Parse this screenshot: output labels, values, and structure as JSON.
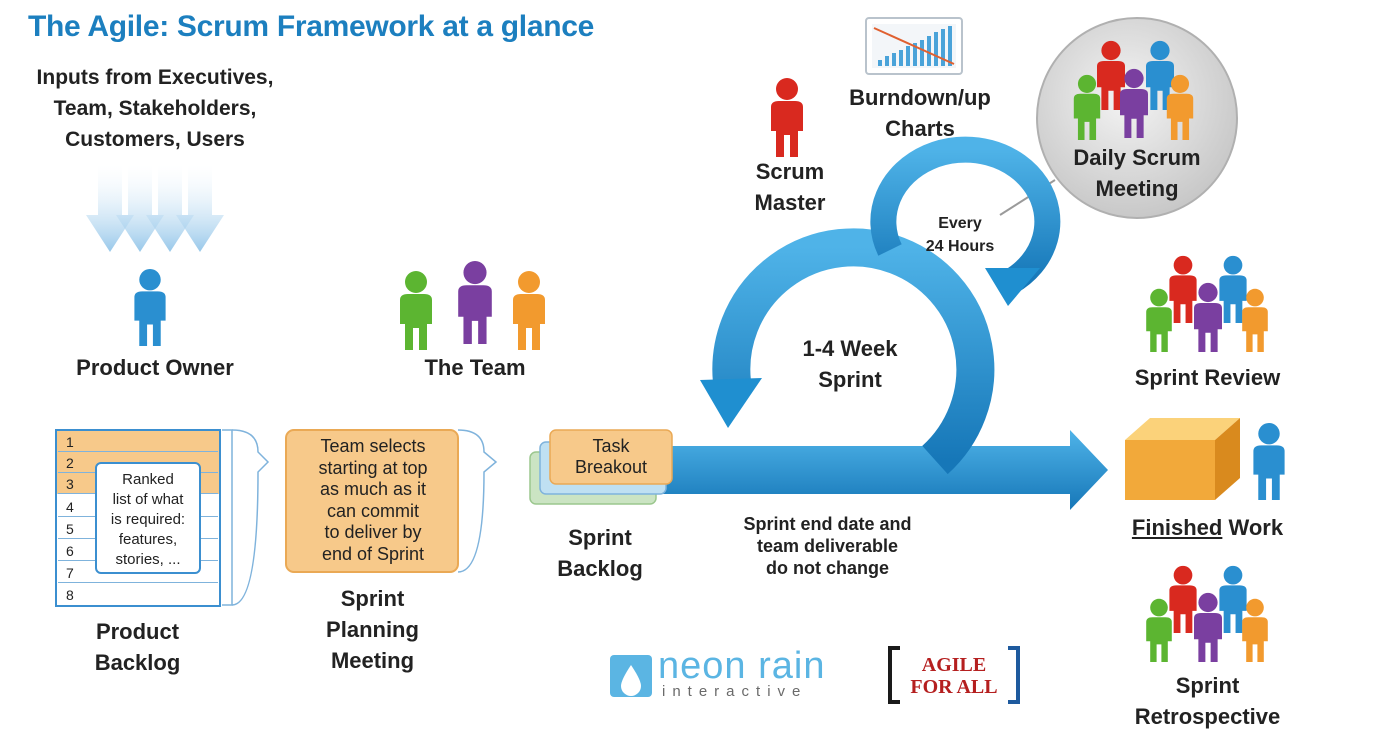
{
  "title": "The Agile: Scrum Framework at a glance",
  "inputs": [
    "Inputs from Executives,",
    "Team, Stakeholders,",
    "Customers, Users"
  ],
  "roles": {
    "product_owner": "Product Owner",
    "the_team": "The Team",
    "scrum_master": [
      "Scrum",
      "Master"
    ],
    "burndown": [
      "Burndown/up",
      "Charts"
    ]
  },
  "daily_scrum": [
    "Daily Scrum",
    "Meeting"
  ],
  "cycle": {
    "every": [
      "Every",
      "24 Hours"
    ],
    "sprint": [
      "1-4 Week",
      "Sprint"
    ]
  },
  "product_backlog": {
    "rows": [
      "1",
      "2",
      "3",
      "4",
      "5",
      "6",
      "7",
      "8"
    ],
    "note": [
      "Ranked",
      "list of what",
      "is required:",
      "features,",
      "stories, ..."
    ],
    "label": [
      "Product",
      "Backlog"
    ]
  },
  "sprint_planning": {
    "note": [
      "Team selects",
      "starting at top",
      "as much as it",
      "can commit",
      "to deliver by",
      "end of Sprint"
    ],
    "label": [
      "Sprint",
      "Planning",
      "Meeting"
    ]
  },
  "sprint_backlog": {
    "card": [
      "Task",
      "Breakout"
    ],
    "label": [
      "Sprint",
      "Backlog"
    ]
  },
  "constraint": [
    "Sprint end date and",
    "team deliverable",
    "do not change"
  ],
  "outputs": {
    "review": "Sprint Review",
    "finished_underline": "Finished",
    "finished_rest": " Work",
    "retro": [
      "Sprint",
      "Retrospective"
    ]
  },
  "logos": {
    "neon_main": "neon rain",
    "neon_sub": "interactive",
    "agile_line1": "AGILE",
    "agile_line2": "FOR ALL"
  },
  "colors": {
    "title": "#1c7fbf",
    "arrow": "#1f8fd0",
    "person_blue": "#2a8fd0",
    "person_red": "#d9291f",
    "person_green": "#5cb531",
    "person_purple": "#7a3fa0",
    "person_orange": "#f29a2e",
    "note_orange": "#f7c98a"
  }
}
